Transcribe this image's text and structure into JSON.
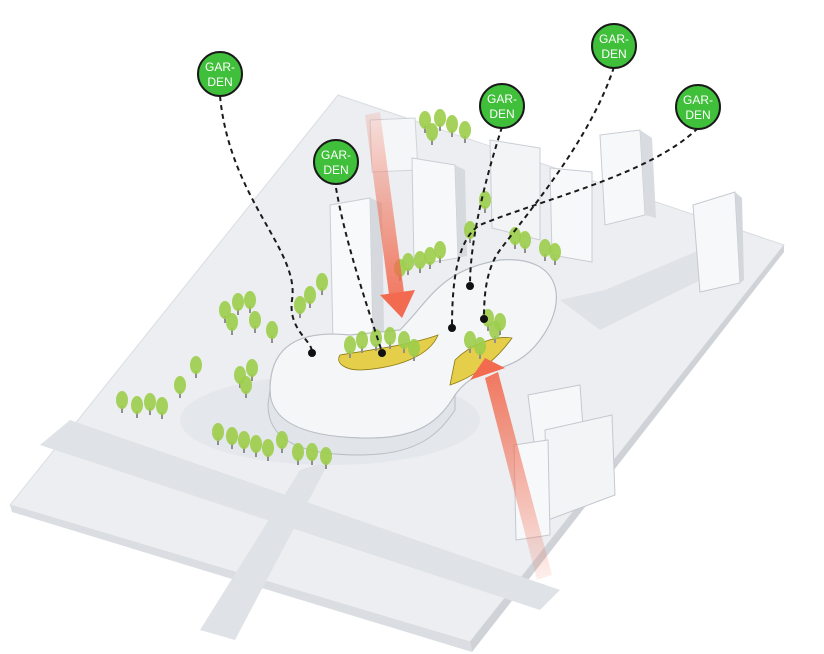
{
  "markers": [
    {
      "line1": "GAR-",
      "line2": "DEN"
    },
    {
      "line1": "GAR-",
      "line2": "DEN"
    },
    {
      "line1": "GAR-",
      "line2": "DEN"
    },
    {
      "line1": "GAR-",
      "line2": "DEN"
    },
    {
      "line1": "GAR-",
      "line2": "DEN"
    }
  ],
  "colors": {
    "marker_fill": "#3fbf3a",
    "marker_stroke": "#1a1a1a",
    "arrow": "#f26a4f",
    "garden_patch": "#e2c72c",
    "trees": "#9ccd4a",
    "buildings": "#f4f5f7",
    "ground": "#e9ebee",
    "roads": "#dcdfe3"
  },
  "icons": [
    "garden-marker",
    "flow-arrow",
    "tree"
  ]
}
